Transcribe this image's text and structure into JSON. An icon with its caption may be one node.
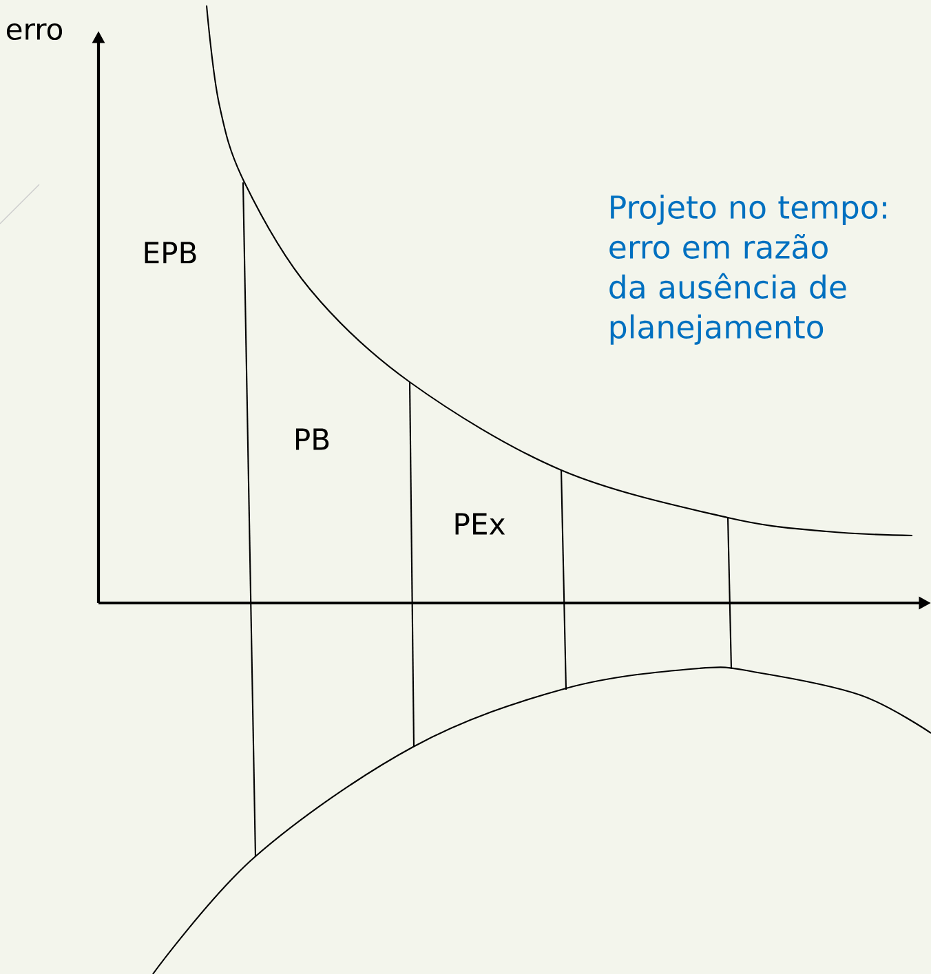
{
  "diagram": {
    "title": "Projeto no tempo: erro em razão da ausência de planejamento",
    "labels": [
      "erro",
      "EPB",
      "PB",
      "PEx"
    ]
  }
}
